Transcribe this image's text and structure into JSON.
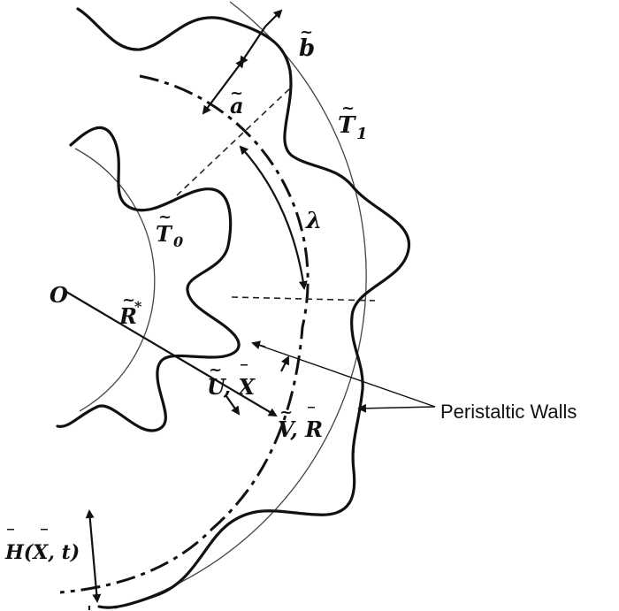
{
  "labels": {
    "b": "b",
    "a": "a",
    "T1": "T",
    "T1_sub": "1",
    "T0": "T",
    "T0_sub": "0",
    "lambda": "λ",
    "O": "O",
    "R_star": "R",
    "R_star_sup": "*",
    "UX": "U, X",
    "VR": "V, R",
    "H": "H(X, t)",
    "walls": "Peristaltic Walls"
  },
  "colors": {
    "ink": "#111111",
    "background": "#ffffff"
  }
}
